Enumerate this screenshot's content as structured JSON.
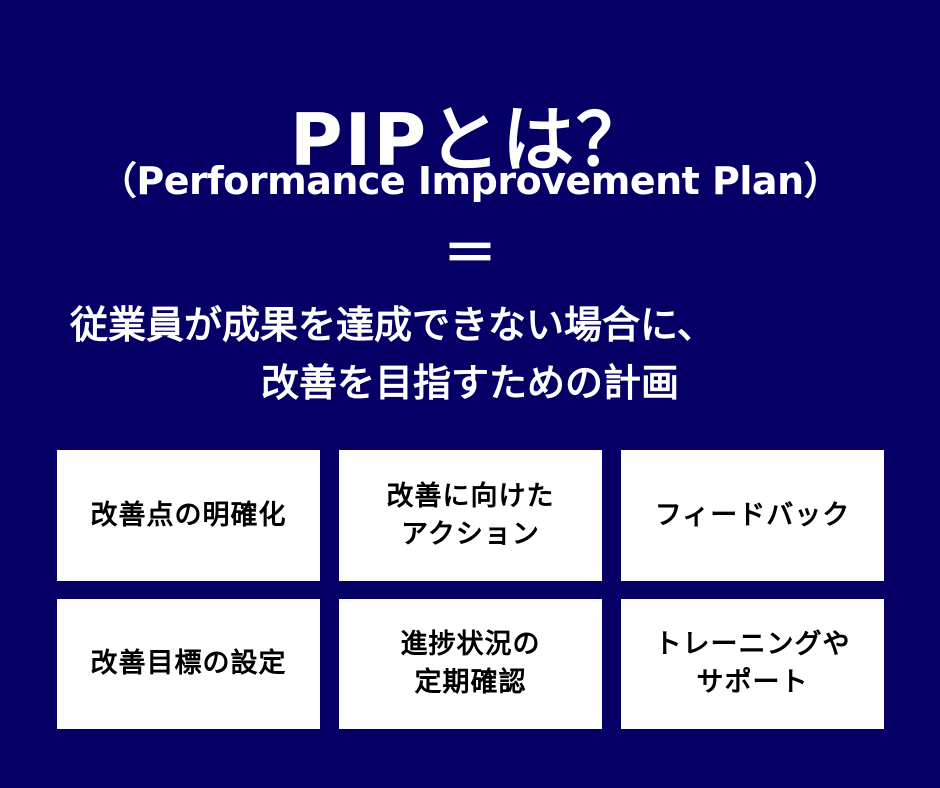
{
  "header": {
    "title": "PIPとは？",
    "subtitle": "（Performance Improvement Plan）",
    "equals_sign": "＝"
  },
  "definition": {
    "line1": "従業員が成果を達成できない場合に、",
    "line2": "改善を目指すための計画"
  },
  "cards": [
    {
      "lines": [
        "改善点の明確化"
      ]
    },
    {
      "lines": [
        "改善に向けた",
        "アクション"
      ]
    },
    {
      "lines": [
        "フィードバック"
      ]
    },
    {
      "lines": [
        "改善目標の設定"
      ]
    },
    {
      "lines": [
        "進捗状況の",
        "定期確認"
      ]
    },
    {
      "lines": [
        "トレーニングや",
        "サポート"
      ]
    }
  ],
  "colors": {
    "background": "#060066",
    "card_background": "#ffffff",
    "heading_text": "#ffffff",
    "card_text": "#000000"
  }
}
